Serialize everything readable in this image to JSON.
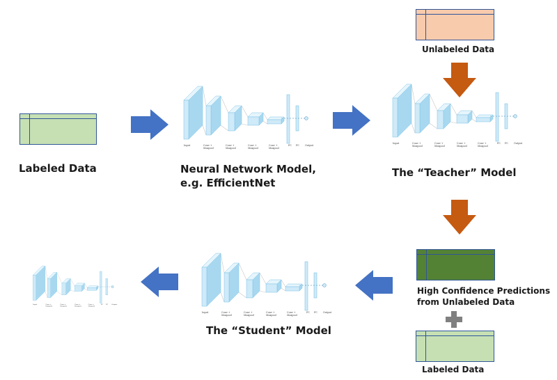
{
  "labels": {
    "labeled_data_left": "Labeled Data",
    "nn_model_line1": "Neural Network Model,",
    "nn_model_line2": "e.g. EfficientNet",
    "unlabeled_data": "Unlabeled Data",
    "teacher_model": "The “Teacher” Model",
    "high_conf_line1": "High Confidence Predictions",
    "high_conf_line2": "from Unlabeled Data",
    "student_model": "The “Student” Model",
    "labeled_data_bottom": "Labeled Data"
  },
  "cnn_labels": [
    "Input",
    "Conv + Maxpool",
    "Conv + Maxpool",
    "Conv + Maxpool",
    "Conv + Maxpool",
    "FC",
    "FC",
    "Output"
  ],
  "colors": {
    "labeled_fill": "#c6e0b4",
    "unlabeled_fill": "#f8cbad",
    "predictions_fill": "#548235",
    "table_border": "#2f5597",
    "blue_arrow": "#4472c4",
    "orange_arrow": "#c55a11",
    "plus": "#808080",
    "cnn_front": "#cfeaf8",
    "cnn_side": "#a8d8f0",
    "cnn_top": "#e6f5fc"
  }
}
